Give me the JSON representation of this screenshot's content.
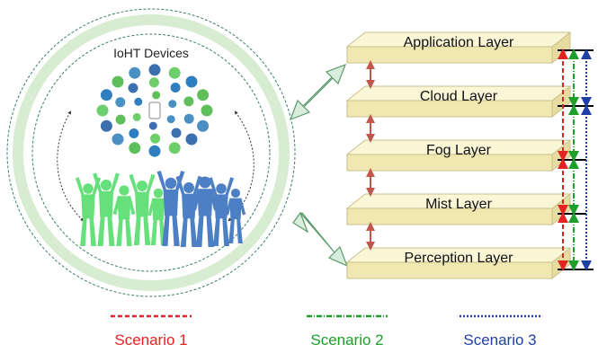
{
  "circle": {
    "title": "IoHT Devices",
    "icon_names": [
      "sensor-icon",
      "user-icon",
      "phone-icon",
      "monitor-icon",
      "camera-icon",
      "watch-icon",
      "thermometer-icon",
      "laptop-icon",
      "tablet-icon",
      "wifi-icon",
      "heart-icon",
      "pill-icon",
      "car-icon",
      "printer-icon",
      "gear-icon",
      "light-icon"
    ],
    "people_colors": [
      "#66e07a",
      "#4d7fc4"
    ]
  },
  "layers": [
    {
      "label": "Application Layer"
    },
    {
      "label": "Cloud Layer"
    },
    {
      "label": "Fog Layer"
    },
    {
      "label": "Mist Layer"
    },
    {
      "label": "Perception Layer"
    }
  ],
  "legend": [
    {
      "label": "Scenario 1",
      "color": "#e52222",
      "dash": "dashed"
    },
    {
      "label": "Scenario 2",
      "color": "#1e9e2a",
      "dash": "dashdot"
    },
    {
      "label": "Scenario 3",
      "color": "#1f3ea6",
      "dash": "dotted"
    }
  ],
  "colors": {
    "layer_fill": "#fbf6d6",
    "layer_side": "#f1e7b0",
    "layer_edge": "#c9c08c",
    "ring": "#d8ecd2",
    "connector_arrow": "#d8eddc",
    "layer_arrow": "#c0574a"
  }
}
